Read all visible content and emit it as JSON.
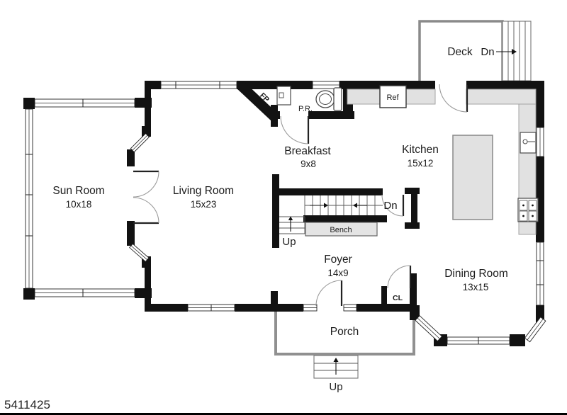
{
  "plan": {
    "listing_id": "5411425",
    "rooms": {
      "sun_room": {
        "name": "Sun Room",
        "dims": "10x18"
      },
      "living_room": {
        "name": "Living Room",
        "dims": "15x23"
      },
      "breakfast": {
        "name": "Breakfast",
        "dims": "9x8"
      },
      "kitchen": {
        "name": "Kitchen",
        "dims": "15x12"
      },
      "dining_room": {
        "name": "Dining Room",
        "dims": "13x15"
      },
      "foyer": {
        "name": "Foyer",
        "dims": "14x9"
      },
      "deck": {
        "name": "Deck"
      },
      "porch": {
        "name": "Porch"
      }
    },
    "fixtures": {
      "powder_room": "P.R.",
      "refrigerator": "Ref",
      "fireplace": "FP",
      "closet": "CL",
      "bench": "Bench"
    },
    "stairs": {
      "deck_down": "Dn",
      "basement_down": "Dn",
      "landing_up": "Up",
      "porch_up": "Up"
    },
    "colors": {
      "wall": "#121212",
      "counter_fill": "#e1e1e1",
      "porch_outline": "#909090",
      "deck_outline": "#8a8a8a",
      "background": "#ffffff"
    }
  }
}
